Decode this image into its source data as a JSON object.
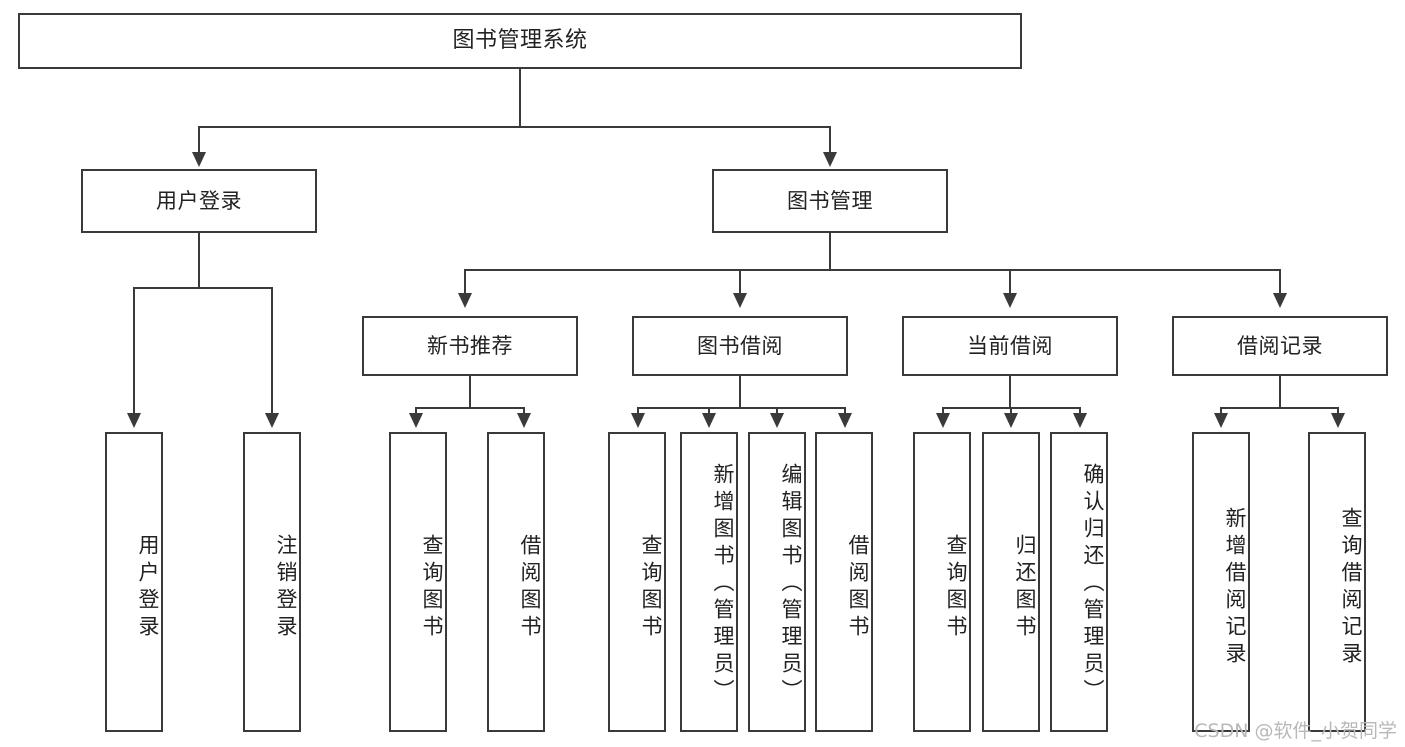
{
  "diagram": {
    "title": "图书管理系统",
    "type": "tree / functional decomposition",
    "levels": 4
  },
  "nodes": {
    "root": {
      "label": "图书管理系统"
    },
    "level2": [
      {
        "id": "user-login",
        "label": "用户登录"
      },
      {
        "id": "book-management",
        "label": "图书管理"
      }
    ],
    "level3": [
      {
        "id": "new-book-recommend",
        "label": "新书推荐"
      },
      {
        "id": "book-borrow",
        "label": "图书借阅"
      },
      {
        "id": "current-borrow",
        "label": "当前借阅"
      },
      {
        "id": "borrow-record",
        "label": "借阅记录"
      }
    ],
    "leaves": [
      {
        "id": "leaf-user-login",
        "label": "用户登录"
      },
      {
        "id": "leaf-logout-login",
        "label": "注销登录"
      },
      {
        "id": "leaf-query-book-1",
        "label": "查询图书"
      },
      {
        "id": "leaf-borrow-book-1",
        "label": "借阅图书"
      },
      {
        "id": "leaf-query-book-2",
        "label": "查询图书"
      },
      {
        "id": "leaf-add-book-admin",
        "label": "新增图书（管理员）"
      },
      {
        "id": "leaf-edit-book-admin",
        "label": "编辑图书（管理员）"
      },
      {
        "id": "leaf-borrow-book-2",
        "label": "借阅图书"
      },
      {
        "id": "leaf-query-book-3",
        "label": "查询图书"
      },
      {
        "id": "leaf-return-book",
        "label": "归还图书"
      },
      {
        "id": "leaf-confirm-return-admin",
        "label": "确认归还（管理员）"
      },
      {
        "id": "leaf-add-borrow-record",
        "label": "新增借阅记录"
      },
      {
        "id": "leaf-query-borrow-record",
        "label": "查询借阅记录"
      }
    ]
  },
  "watermark": {
    "text": "CSDN @软件_小贺同学"
  },
  "colors": {
    "stroke": "#3a3a3a",
    "text": "#222222",
    "background": "#ffffff",
    "watermark": "#b9b9b9"
  }
}
